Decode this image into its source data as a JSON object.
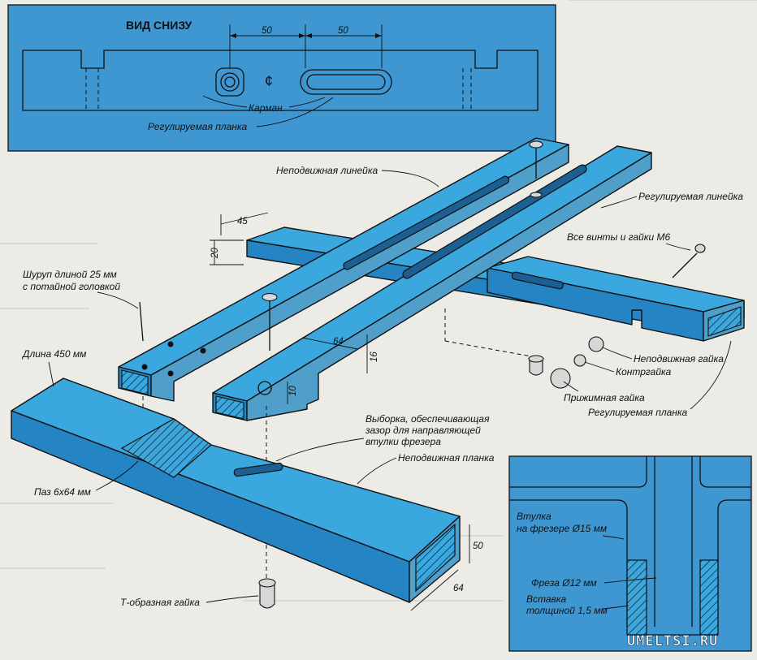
{
  "top_view": {
    "title": "ВИД СНИЗУ",
    "dim_left": "50",
    "dim_right": "50",
    "label_pocket": "Карман",
    "label_plate": "Регулируемая планка"
  },
  "labels": {
    "fixed_ruler": "Неподвижная линейка",
    "adjustable_ruler": "Регулируемая линейка",
    "all_screws": "Все винты и гайки М6",
    "screw_line1": "Шуруп длиной 25 мм",
    "screw_line2": "с потайной головкой",
    "length": "Длина 450 мм",
    "fixed_nut": "Неподвижная гайка",
    "lock_nut": "Контргайка",
    "clamp_nut": "Прижимная гайка",
    "adjustable_plate": "Регулируемая планка",
    "cutout_line1": "Выборка, обеспечивающая",
    "cutout_line2": "зазор для направляющей",
    "cutout_line3": "втулки фрезера",
    "fixed_plate": "Неподвижная планка",
    "groove": "Паз 6х64 мм",
    "t_nut": "Т-образная гайка"
  },
  "dims": {
    "d45": "45",
    "d20": "20",
    "d64_upper": "64",
    "d16": "16",
    "d10": "10",
    "d50": "50",
    "d64_lower": "64"
  },
  "inset": {
    "bushing_line1": "Втулка",
    "bushing_line2": "на фрезере Ø15 мм",
    "cutter": "Фреза Ø12 мм",
    "insert_line1": "Вставка",
    "insert_line2": "толщиной 1,5 мм"
  },
  "watermark": "UMELTSI.RU",
  "colors": {
    "wood_blue": "#3aa7de",
    "wood_side": "#2585c4",
    "panel_blue": "#3f97d2",
    "paper": "#ecebe6"
  }
}
